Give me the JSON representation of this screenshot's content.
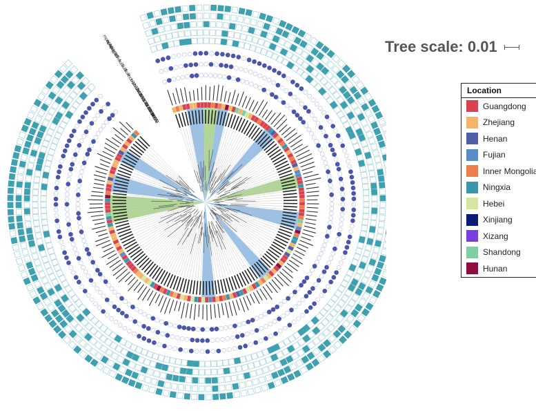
{
  "tree_scale_label": "Tree scale: 0.01",
  "legend": {
    "title": "Location",
    "items": [
      {
        "label": "Guangdong",
        "color": "#d9434f"
      },
      {
        "label": "Zhejiang",
        "color": "#f5b46a"
      },
      {
        "label": "Henan",
        "color": "#4e5fa8"
      },
      {
        "label": "Fujian",
        "color": "#5b8cc8"
      },
      {
        "label": "Inner Mongolia",
        "color": "#ee7d4e"
      },
      {
        "label": "Ningxia",
        "color": "#3a96ab"
      },
      {
        "label": "Hebei",
        "color": "#d5e6a3"
      },
      {
        "label": "Xinjiang",
        "color": "#0a1a75"
      },
      {
        "label": "Xizang",
        "color": "#7a3de0"
      },
      {
        "label": "Shandong",
        "color": "#7fcfa3"
      },
      {
        "label": "Hunan",
        "color": "#8e0e3f"
      }
    ]
  },
  "colors": {
    "square_fill": "#3fa0b0",
    "square_outline": "#9fd0d8",
    "dot_fill": "#4a57a8",
    "dot_outline": "#c3c7e6",
    "highlight_blue": "#8fbbe6",
    "highlight_green": "#a9d48a",
    "branch": "#555555"
  },
  "track_labels": [
    "tet(A)",
    "tet(B)",
    "blaTEM-1B",
    "blaCTX-M-55",
    "blaCTX-M-14",
    "blaCTX-M-65",
    "blaNDM-1",
    "blaNDM-5",
    "mcr-1",
    "floR",
    "sul1",
    "sul2",
    "dfrA",
    "qnrS",
    "aac(3)",
    "aph(6)",
    "mph(A)"
  ]
}
